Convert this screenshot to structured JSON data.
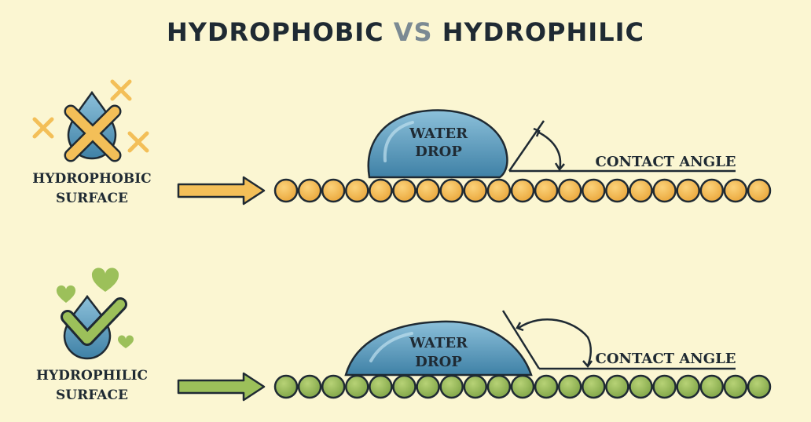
{
  "title": {
    "left": "HYDROPHOBIC",
    "mid": "VS",
    "right": "HYDROPHILIC"
  },
  "colors": {
    "background": "#fbf6d2",
    "ink": "#1f2a33",
    "hydrophobic_accent": "#f3bf58",
    "hydrophilic_accent": "#9cc05a",
    "water": "#4d8fb2",
    "water_light": "#7fb8d4"
  },
  "hydrophobic": {
    "label_line1": "HYDROPHOBIC",
    "label_line2": "SURFACE",
    "drop_line1": "WATER",
    "drop_line2": "DROP",
    "angle_label": "CONTACT ANGLE",
    "icon": "x-mark-icon"
  },
  "hydrophilic": {
    "label_line1": "HYDROPHILIC",
    "label_line2": "SURFACE",
    "drop_line1": "WATER",
    "drop_line2": "DROP",
    "angle_label": "CONTACT ANGLE",
    "icon": "check-mark-icon"
  }
}
